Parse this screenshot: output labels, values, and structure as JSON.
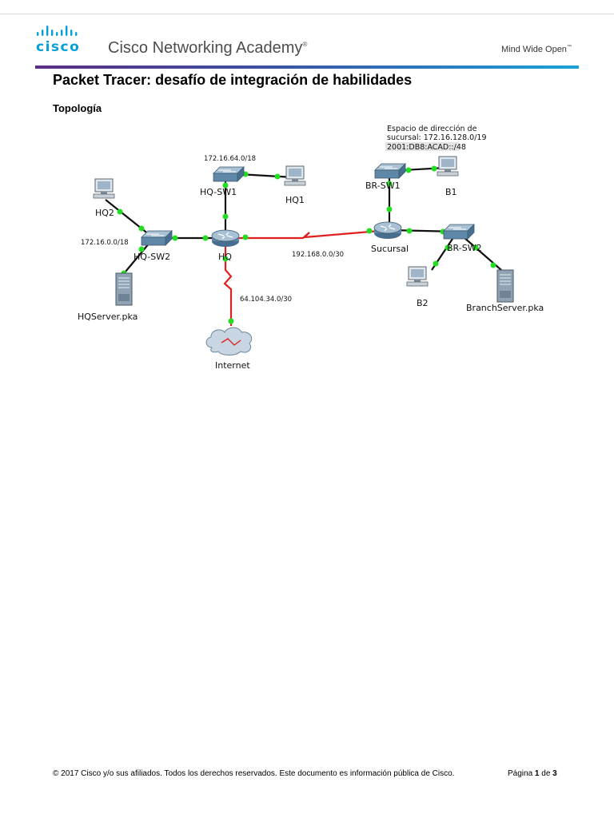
{
  "header": {
    "logo_text": "cisco",
    "brand": "Cisco Networking Academy",
    "brand_mark": "®",
    "tagline": "Mind Wide Open",
    "tagline_mark": "™",
    "colors": {
      "logo_blue": "#049fd9",
      "gradient_start": "#5b2d82",
      "gradient_end": "#1aa1d9"
    }
  },
  "title": "Packet Tracer: desafío de integración de habilidades",
  "section": "Topología",
  "topology": {
    "branch_note_line1": "Espacio de dirección de",
    "branch_note_line2": "sucursal: 172.16.128.0/19",
    "branch_note_line3": "2001:DB8:ACAD::/48",
    "hq_sw1_network": "172.16.64.0/18",
    "hq_sw2_network": "172.16.0.0/18",
    "wan_network": "192.168.0.0/30",
    "isp_network": "64.104.34.0/30",
    "devices": {
      "hq_sw1": "HQ-SW1",
      "hq_sw2": "HQ-SW2",
      "hq": "HQ",
      "hq1": "HQ1",
      "hq2": "HQ2",
      "hq_server": "HQServer.pka",
      "internet": "Internet",
      "br_sw1": "BR-SW1",
      "br_sw2": "BR-SW2",
      "sucursal": "Sucursal",
      "b1": "B1",
      "b2": "B2",
      "branch_server": "BranchServer.pka"
    },
    "icons": [
      "switch-icon",
      "router-icon",
      "pc-icon",
      "server-icon",
      "cloud-icon"
    ],
    "colors": {
      "serial_link": "#e02020",
      "ethernet_link": "#111111",
      "port_dot": "#22dd22"
    }
  },
  "footer": {
    "copyright": "© 2017 Cisco y/o sus afiliados. Todos los derechos reservados. Este documento es información pública de Cisco.",
    "page_label": "Página",
    "page_current": "1",
    "page_of": "de",
    "page_total": "3"
  }
}
